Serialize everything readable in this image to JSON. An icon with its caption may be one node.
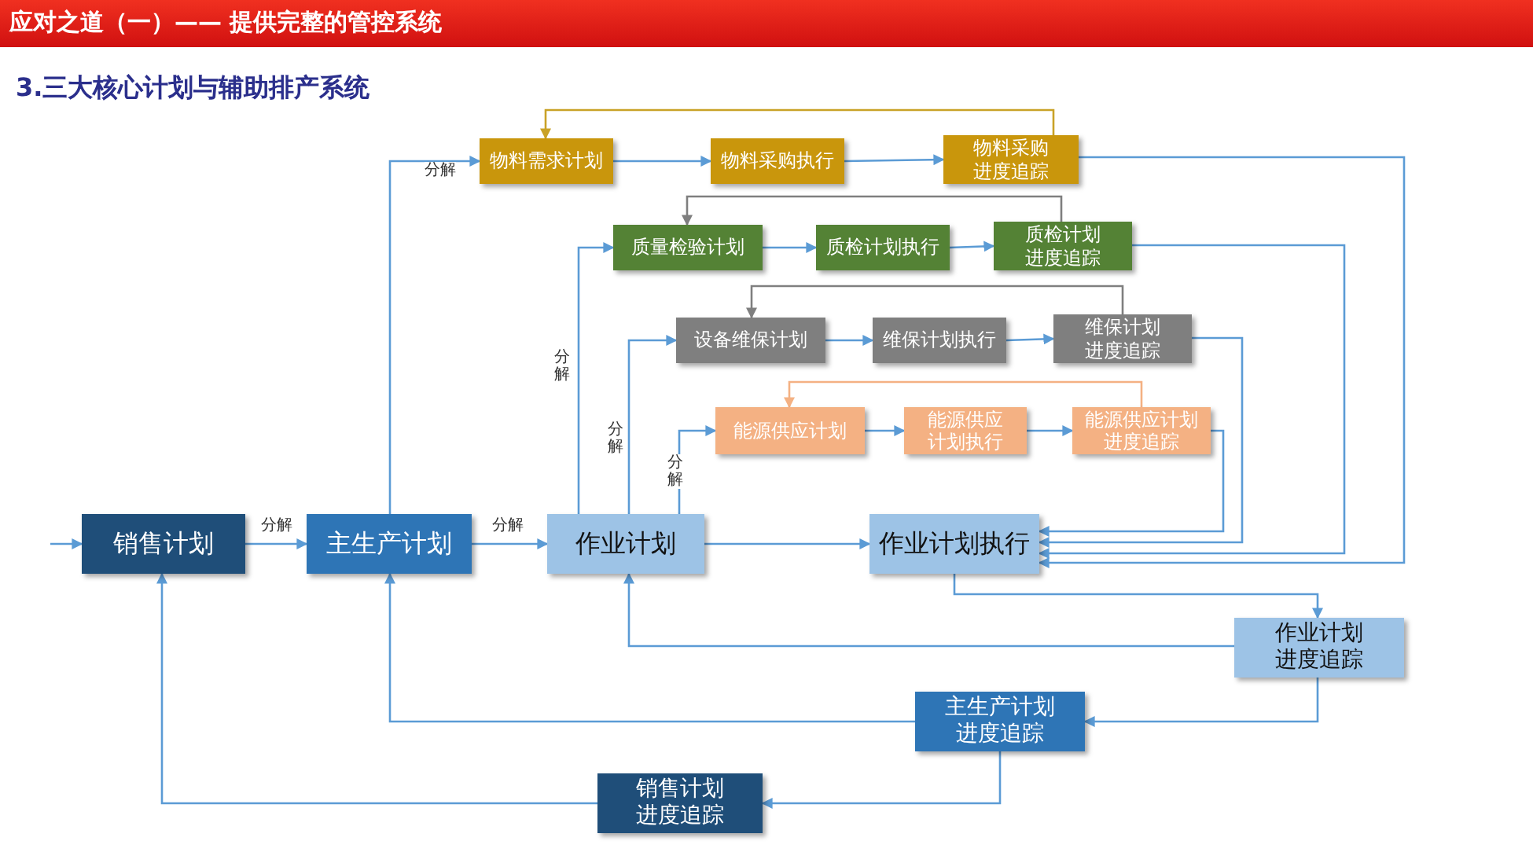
{
  "diagram": {
    "title": "应对之道（一）—— 提供完整的管控系统",
    "nodes": [
      {
        "text": [
          "销售计划"
        ]
      },
      {
        "text": [
          "主生产计划"
        ]
      },
      {
        "text": [
          "作业计划"
        ]
      },
      {
        "text": [
          "作业计划执行"
        ]
      },
      {
        "text": [
          "物料需求计划"
        ]
      },
      {
        "text": [
          "物料采购执行"
        ]
      },
      {
        "text": [
          "物料采购进度追踪"
        ]
      },
      {
        "text": [
          "质量检验计划"
        ]
      },
      {
        "text": [
          "质检计划执行"
        ]
      },
      {
        "text": [
          "质检计划进度追踪"
        ]
      },
      {
        "text": [
          "设备维保计划"
        ]
      },
      {
        "text": [
          "维保计划执行"
        ]
      },
      {
        "text": [
          "维保计划进度追踪"
        ]
      },
      {
        "text": [
          "能源供应计划"
        ]
      },
      {
        "text": [
          "能源供应计划执行"
        ]
      },
      {
        "text": [
          "能源供应计划进度追踪"
        ]
      },
      {
        "text": [
          "作业计划进度追踪"
        ]
      },
      {
        "text": [
          "主生产计划进度追踪"
        ]
      },
      {
        "text": [
          "销售计划进度追踪"
        ]
      }
    ],
    "edges": [
      {
        "from": null,
        "to": 0,
        "arrow": "to"
      },
      {
        "from": 0,
        "to": 1,
        "arrow": "to",
        "label": "分解"
      },
      {
        "from": 1,
        "to": 2,
        "arrow": "to",
        "label": "分解"
      },
      {
        "from": 1,
        "to": 4,
        "arrow": "to",
        "label": "分解"
      },
      {
        "from": 2,
        "to": 7,
        "arrow": "to",
        "label": "分解"
      },
      {
        "from": 2,
        "to": 10,
        "arrow": "to",
        "label": "分解"
      },
      {
        "from": 2,
        "to": 13,
        "arrow": "to",
        "label": "分解"
      },
      {
        "from": 2,
        "to": 3,
        "arrow": "to"
      },
      {
        "from": 4,
        "to": 5,
        "arrow": "to"
      },
      {
        "from": 5,
        "to": 6,
        "arrow": "to"
      },
      {
        "from": 6,
        "to": 4,
        "arrow": "to",
        "color": "#c9a227"
      },
      {
        "from": 7,
        "to": 8,
        "arrow": "to"
      },
      {
        "from": 8,
        "to": 9,
        "arrow": "to"
      },
      {
        "from": 9,
        "to": 7,
        "arrow": "to",
        "color": "#7f7f7f"
      },
      {
        "from": 10,
        "to": 11,
        "arrow": "to"
      },
      {
        "from": 11,
        "to": 12,
        "arrow": "to"
      },
      {
        "from": 12,
        "to": 10,
        "arrow": "to",
        "color": "#7f7f7f"
      },
      {
        "from": 13,
        "to": 14,
        "arrow": "to"
      },
      {
        "from": 14,
        "to": 15,
        "arrow": "to"
      },
      {
        "from": 15,
        "to": 13,
        "arrow": "to",
        "color": "#f4b183"
      },
      {
        "from": 6,
        "to": 3,
        "arrow": "to"
      },
      {
        "from": 9,
        "to": 3,
        "arrow": "to"
      },
      {
        "from": 12,
        "to": 3,
        "arrow": "to"
      },
      {
        "from": 15,
        "to": 3,
        "arrow": "to"
      },
      {
        "from": 3,
        "to": 16,
        "arrow": "to"
      },
      {
        "from": 16,
        "to": 2,
        "arrow": "to"
      },
      {
        "from": 16,
        "to": 17,
        "arrow": "to"
      },
      {
        "from": 17,
        "to": 1,
        "arrow": "to"
      },
      {
        "from": 17,
        "to": 18,
        "arrow": "to"
      },
      {
        "from": 18,
        "to": 0,
        "arrow": "to"
      }
    ],
    "labels": [
      "3.三大核心计划与辅助排产系统"
    ]
  }
}
